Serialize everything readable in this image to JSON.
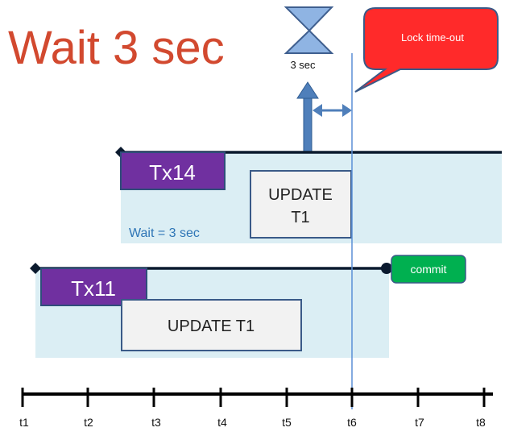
{
  "title": "Wait 3 sec",
  "hourglass": {
    "label": "3 sec"
  },
  "callout": {
    "label": "Lock time-out"
  },
  "tx14": {
    "label": "Tx14",
    "update_label_line1": "UPDATE",
    "update_label_line2": "T1",
    "wait_label": "Wait = 3 sec"
  },
  "tx11": {
    "label": "Tx11",
    "update_label": "UPDATE T1",
    "commit_label": "commit"
  },
  "axis": {
    "ticks": [
      "t1",
      "t2",
      "t3",
      "t4",
      "t5",
      "t6",
      "t7",
      "t8"
    ]
  },
  "colors": {
    "title": "#d2492f",
    "purple": "#7030a0",
    "panel": "#dbeef4",
    "callout": "#ff2a2a",
    "commit": "#00b050",
    "arrow": "#4f7fba",
    "blue_line": "#5b8fd6",
    "dark": "#0b1a2e"
  }
}
